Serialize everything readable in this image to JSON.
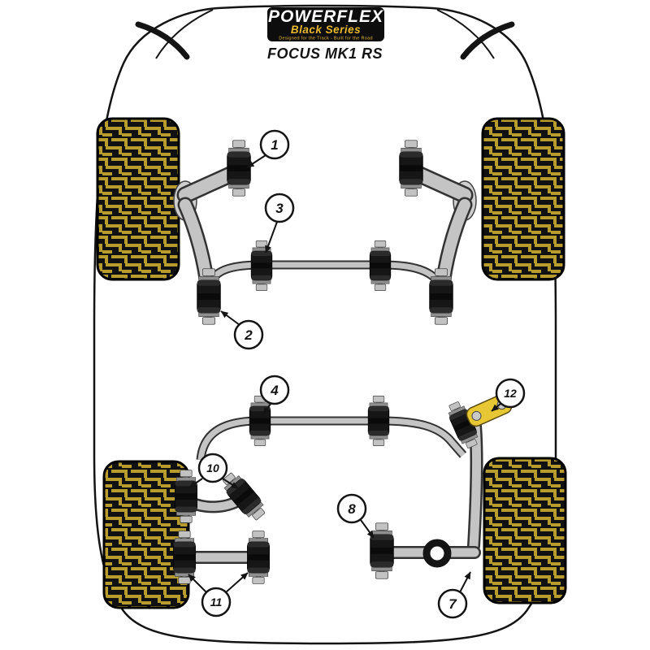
{
  "header": {
    "brand": "POWERFLEX",
    "series": "Black Series",
    "tagline": "Designed for the Track - Built for the Road",
    "model": "FOCUS MK1 RS"
  },
  "colors": {
    "outline": "#141414",
    "bush_black": "#161616",
    "arm_gray": "#c4c4c4",
    "tread_yellow": "#b89d2e",
    "logo_background": "#0d0d0d",
    "series_gold": "#e8b930",
    "part12_yellow": "#e7c733",
    "background": "#ffffff"
  },
  "callouts": {
    "c1": {
      "label": "1"
    },
    "c2": {
      "label": "2"
    },
    "c3": {
      "label": "3"
    },
    "c4": {
      "label": "4"
    },
    "c7": {
      "label": "7"
    },
    "c8": {
      "label": "8"
    },
    "c10": {
      "label": "10"
    },
    "c11": {
      "label": "11"
    },
    "c12": {
      "label": "12"
    }
  }
}
